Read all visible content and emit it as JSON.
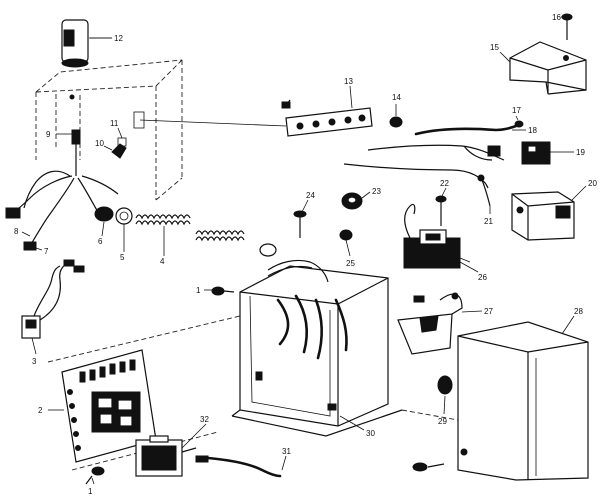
{
  "callouts": [
    {
      "id": "c1",
      "text": "1"
    },
    {
      "id": "c1b",
      "text": "1"
    },
    {
      "id": "c2",
      "text": "2"
    },
    {
      "id": "c3",
      "text": "3"
    },
    {
      "id": "c4",
      "text": "4"
    },
    {
      "id": "c5",
      "text": "5"
    },
    {
      "id": "c6",
      "text": "6"
    },
    {
      "id": "c7",
      "text": "7"
    },
    {
      "id": "c8",
      "text": "8"
    },
    {
      "id": "c9",
      "text": "9"
    },
    {
      "id": "c10",
      "text": "10"
    },
    {
      "id": "c11",
      "text": "11"
    },
    {
      "id": "c12",
      "text": "12"
    },
    {
      "id": "c13",
      "text": "13"
    },
    {
      "id": "c14",
      "text": "14"
    },
    {
      "id": "c15",
      "text": "15"
    },
    {
      "id": "c16",
      "text": "16"
    },
    {
      "id": "c17",
      "text": "17"
    },
    {
      "id": "c18",
      "text": "18"
    },
    {
      "id": "c19",
      "text": "19"
    },
    {
      "id": "c20",
      "text": "20"
    },
    {
      "id": "c21",
      "text": "21"
    },
    {
      "id": "c22",
      "text": "22"
    },
    {
      "id": "c23",
      "text": "23"
    },
    {
      "id": "c24",
      "text": "24"
    },
    {
      "id": "c25",
      "text": "25"
    },
    {
      "id": "c26",
      "text": "26"
    },
    {
      "id": "c27",
      "text": "27"
    },
    {
      "id": "c28",
      "text": "28"
    },
    {
      "id": "c29",
      "text": "29"
    },
    {
      "id": "c30",
      "text": "30"
    },
    {
      "id": "c31",
      "text": "31"
    },
    {
      "id": "c32",
      "text": "32"
    }
  ]
}
